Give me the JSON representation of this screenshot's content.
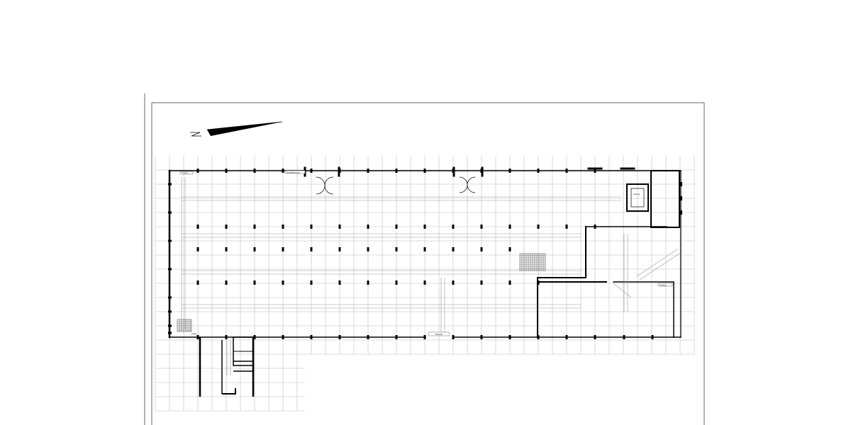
{
  "drawing": {
    "labels": {
      "top_left_room": "Treppe",
      "top_corridor": "Erschliessung",
      "elevator": "Aufzug",
      "bottom_center": "Einfahrt",
      "right_room": "Technik",
      "bottom_left_room": "Lager"
    },
    "colors": {
      "line": "#000000",
      "grid": "#bdbdbd",
      "hatch": "#555555"
    }
  }
}
